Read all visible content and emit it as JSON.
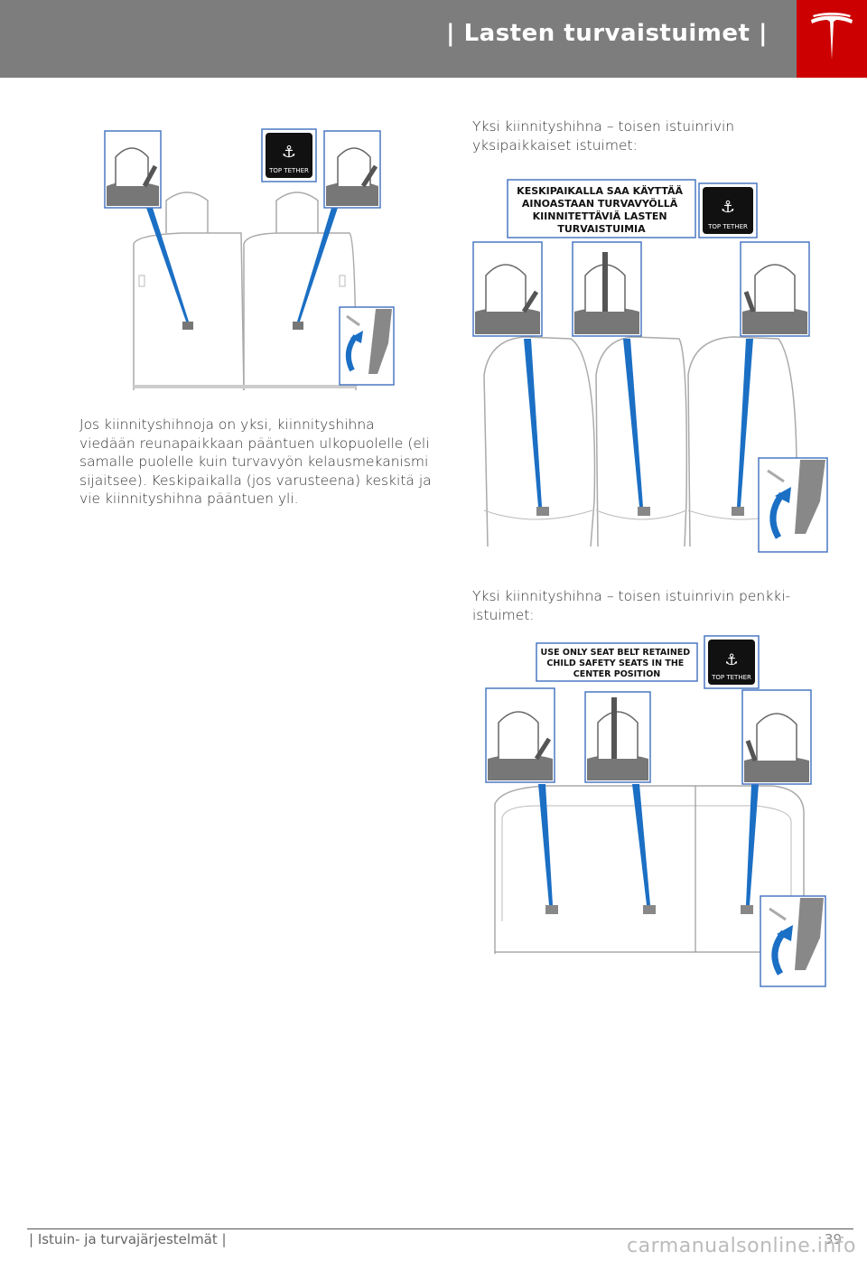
{
  "header": {
    "title": "| Lasten turvaistuimet |"
  },
  "paragraphs": {
    "left": "Jos kiinnityshihnoja on yksi, kiinnityshihna viedään reunapaikkaan pääntuen ulkopuolelle (eli samalle puolelle kuin turvavyön kelausmekanismi sijaitsee). Keskipaikalla (jos varusteena) keskitä ja vie kiinnityshihna pääntuen yli.",
    "right_top": "Yksi kiinnityshihna – toisen istuinrivin yksipaikkaiset istuimet:",
    "right_bottom": "Yksi kiinnityshihna – toisen istuinrivin penkki-istuimet:"
  },
  "figures": {
    "badge_label": "TOP TETHER",
    "fig2_label": [
      "KESKIPAIKALLA SAA KÄYTTÄÄ",
      "AINOASTAAN TURVAVYÖLLÄ",
      "KIINNITETTÄVIÄ LASTEN",
      "TURVAISTUIMIA"
    ],
    "fig3_label": [
      "USE ONLY SEAT BELT RETAINED",
      "CHILD SAFETY SEATS IN THE",
      "CENTER POSITION"
    ]
  },
  "footer": {
    "section": "| Istuin- ja turvajärjestelmät |",
    "page": "39"
  },
  "watermark": "carmanualsonline.info",
  "colors": {
    "header_bg": "#7d7d7d",
    "logo_bg": "#cc0000",
    "strap_blue": "#1b6fc4"
  }
}
